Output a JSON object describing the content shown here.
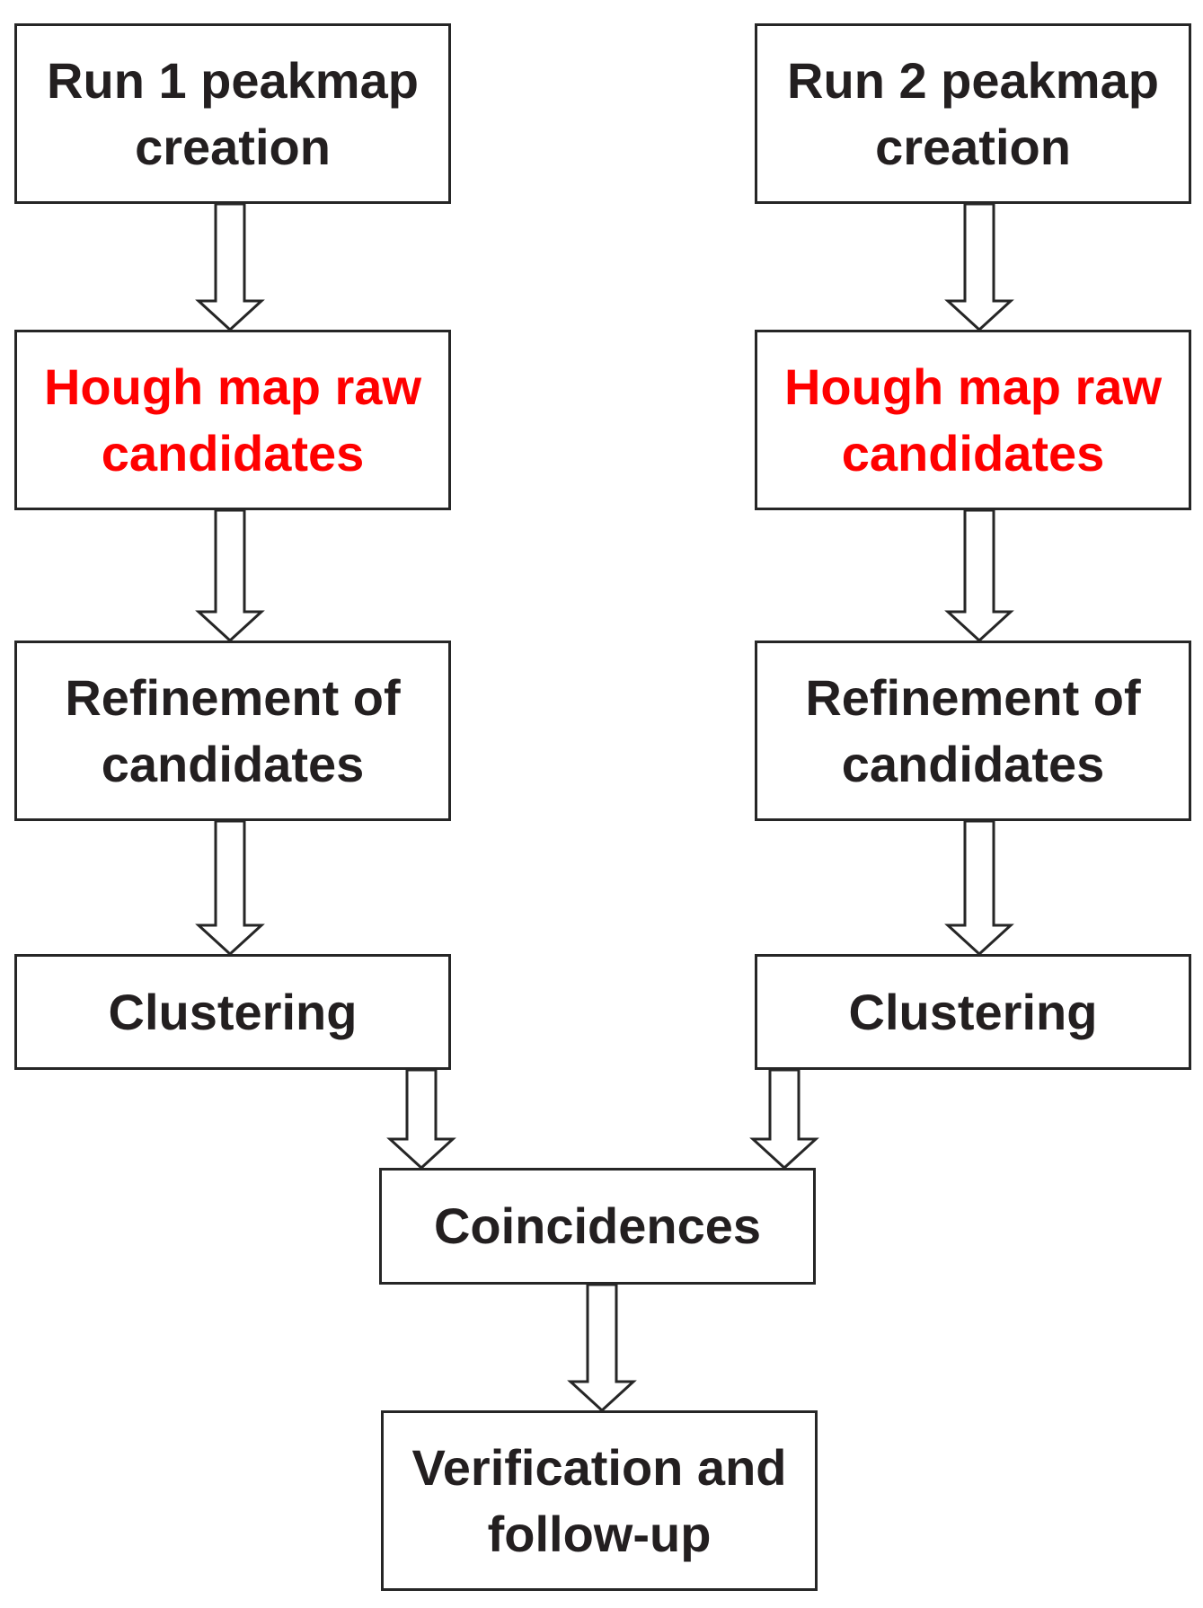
{
  "diagram": {
    "colors": {
      "text": "#231f20",
      "highlight": "#ff0000",
      "stroke": "#262626"
    },
    "left": {
      "peakmap": "Run 1 peakmap\ncreation",
      "hough": "Hough map raw\ncandidates",
      "refinement": "Refinement of\ncandidates",
      "clustering": "Clustering"
    },
    "right": {
      "peakmap": "Run 2 peakmap\ncreation",
      "hough": "Hough map raw\ncandidates",
      "refinement": "Refinement of\ncandidates",
      "clustering": "Clustering"
    },
    "coincidences": "Coincidences",
    "verification": "Verification and\nfollow-up"
  }
}
